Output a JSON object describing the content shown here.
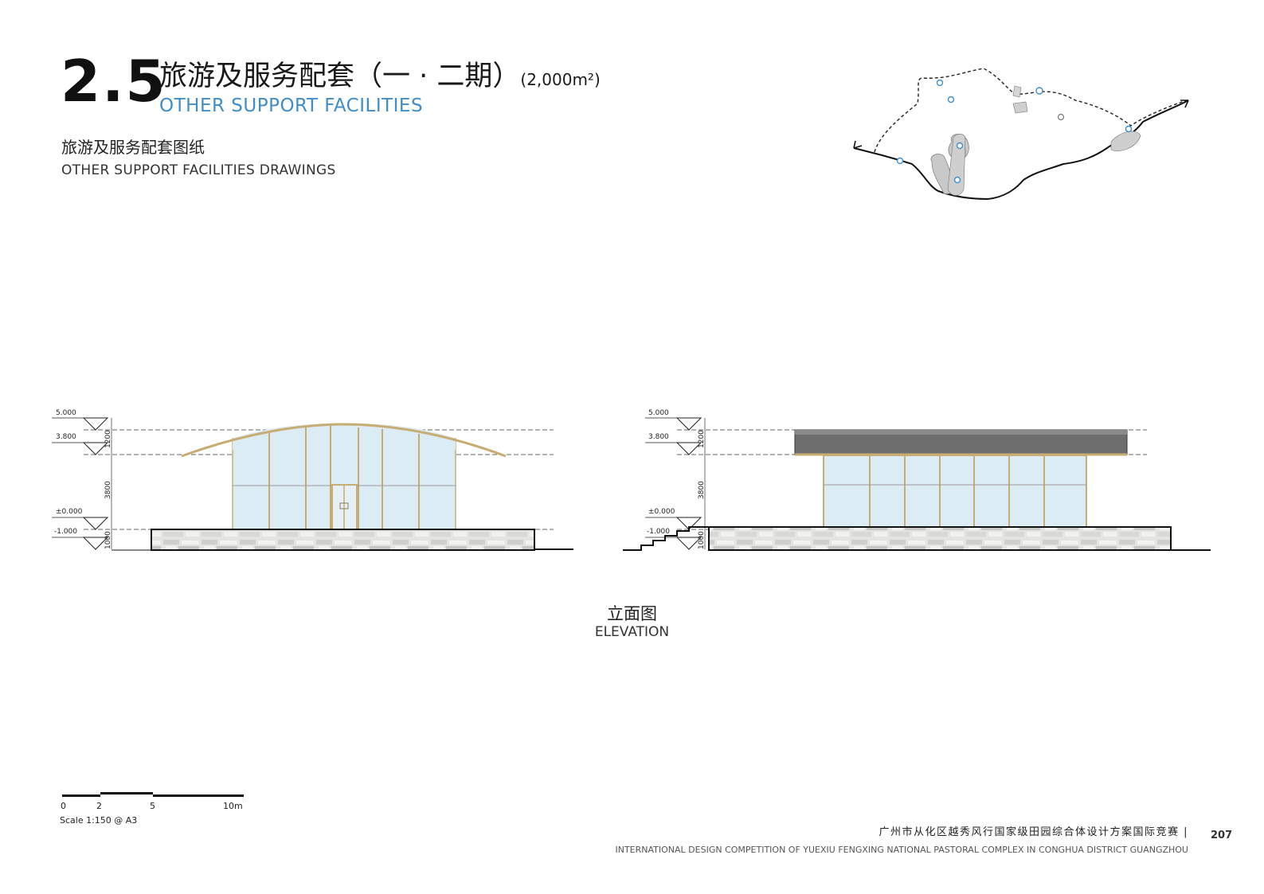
{
  "header": {
    "section_number": "2.5",
    "title_cn": "旅游及服务配套（一 · 二期）",
    "title_area": "(2,000m²)",
    "title_en": "OTHER SUPPORT FACILITIES",
    "subtitle_cn": "旅游及服务配套图纸",
    "subtitle_en": "OTHER SUPPORT FACILITIES DRAWINGS"
  },
  "elevation_left": {
    "levels": [
      "5.000",
      "3.800",
      "±0.000",
      "-1.000"
    ],
    "dimensions": [
      "1200",
      "3800",
      "1000"
    ]
  },
  "elevation_right": {
    "levels": [
      "5.000",
      "3.800",
      "±0.000",
      "-1.000"
    ],
    "dimensions": [
      "1200",
      "3800",
      "1000"
    ]
  },
  "caption": {
    "cn": "立面图",
    "en": "ELEVATION"
  },
  "scale_bar": {
    "ticks": [
      "0",
      "2",
      "5",
      "10m"
    ],
    "label": "Scale 1:150 @ A3"
  },
  "footer": {
    "cn": "广州市从化区越秀风行国家级田园综合体设计方案国际竞赛 |",
    "en": "INTERNATIONAL DESIGN COMPETITION OF YUEXIU FENGXING NATIONAL PASTORAL COMPLEX IN CONGHUA DISTRICT GUANGZHOU",
    "page": "207"
  },
  "colors": {
    "accent_blue": "#3f8ec9",
    "glass": "#dcecf5",
    "frame": "#c8ad73",
    "roof_dark": "#6e6e6e",
    "stone": "#d9d9d6"
  }
}
